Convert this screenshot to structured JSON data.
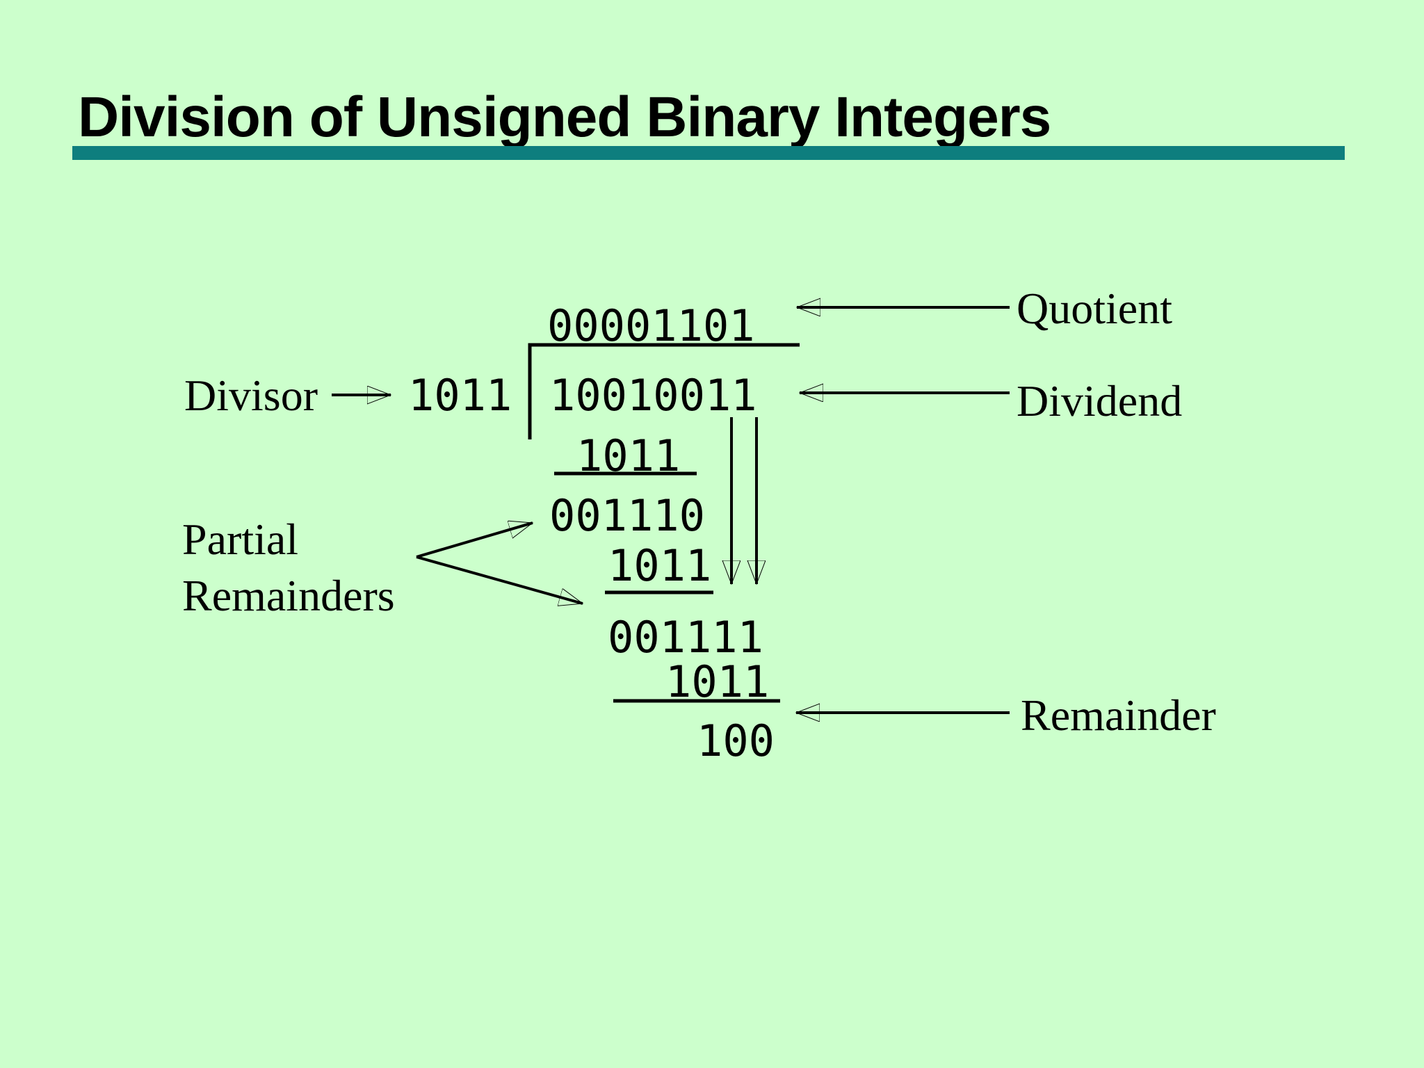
{
  "slide": {
    "title": "Division of Unsigned Binary Integers",
    "background_color": "#ccffcc",
    "rule_color": "#0e7e7e",
    "text_color": "#000000"
  },
  "division": {
    "quotient": "00001101",
    "divisor": "1011",
    "dividend": "10010011",
    "work_rows": [
      {
        "kind": "subtrahend",
        "text": "1011"
      },
      {
        "kind": "partial-remainder",
        "text": "001110"
      },
      {
        "kind": "subtrahend",
        "text": "1011"
      },
      {
        "kind": "partial-remainder",
        "text": "001111"
      },
      {
        "kind": "subtrahend",
        "text": "1011"
      },
      {
        "kind": "remainder",
        "text": "100"
      }
    ]
  },
  "labels": {
    "divisor": "Divisor",
    "quotient": "Quotient",
    "dividend": "Dividend",
    "partial_remainders": [
      "Partial",
      "Remainders"
    ],
    "remainder": "Remainder"
  },
  "icons": {
    "arrows": [
      "right-arrow-icon",
      "left-arrow-icon",
      "down-arrow-icon",
      "branch-arrow-icon"
    ]
  }
}
